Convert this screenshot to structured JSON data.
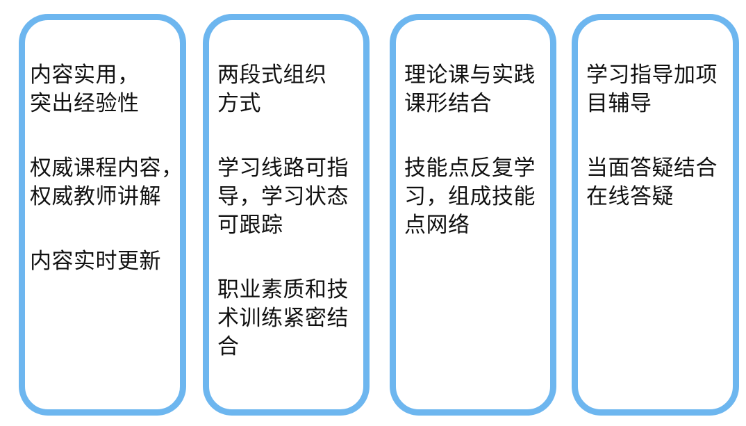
{
  "colors": {
    "card_border": "#6db6ef",
    "card_fill": "#ffffff",
    "text": "#111111"
  },
  "cards": [
    {
      "paragraphs": [
        [
          "内容实用，",
          "突出经验性"
        ],
        [
          "权威课程内容，",
          "权威教师讲解"
        ],
        [
          "内容实时更新"
        ]
      ]
    },
    {
      "paragraphs": [
        [
          "两段式组织",
          "方式"
        ],
        [
          "学习线路可指",
          "导，学习状态",
          "可跟踪"
        ],
        [
          "职业素质和技",
          "术训练紧密结",
          "合"
        ]
      ]
    },
    {
      "paragraphs": [
        [
          "理论课与实践",
          "课形结合"
        ],
        [
          "技能点反复学",
          "习，组成技能",
          "点网络"
        ]
      ]
    },
    {
      "paragraphs": [
        [
          "学习指导加项",
          "目辅导"
        ],
        [
          "当面答疑结合",
          "在线答疑"
        ]
      ]
    }
  ]
}
